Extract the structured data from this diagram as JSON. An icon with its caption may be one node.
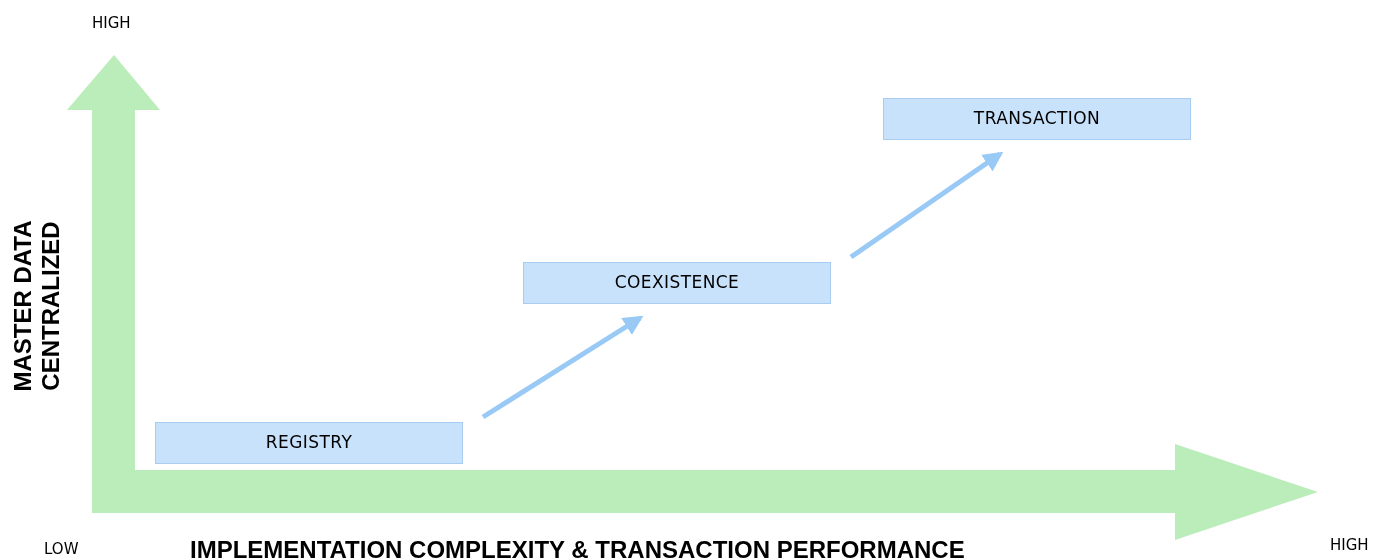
{
  "diagram": {
    "nodes": [
      {
        "text": [
          "REGISTRY"
        ]
      },
      {
        "text": [
          "COEXISTENCE"
        ]
      },
      {
        "text": [
          "TRANSACTION"
        ]
      }
    ],
    "edges": [
      {
        "from": 0,
        "to": 1,
        "arrow": "to"
      },
      {
        "from": 1,
        "to": 2,
        "arrow": "to"
      }
    ],
    "labels": [
      "HIGH",
      "MASTER DATA CENTRALIZED",
      "LOW",
      "IMPLEMENTATION COMPLEXITY & TRANSACTION PERFORMANCE",
      "HIGH"
    ]
  }
}
